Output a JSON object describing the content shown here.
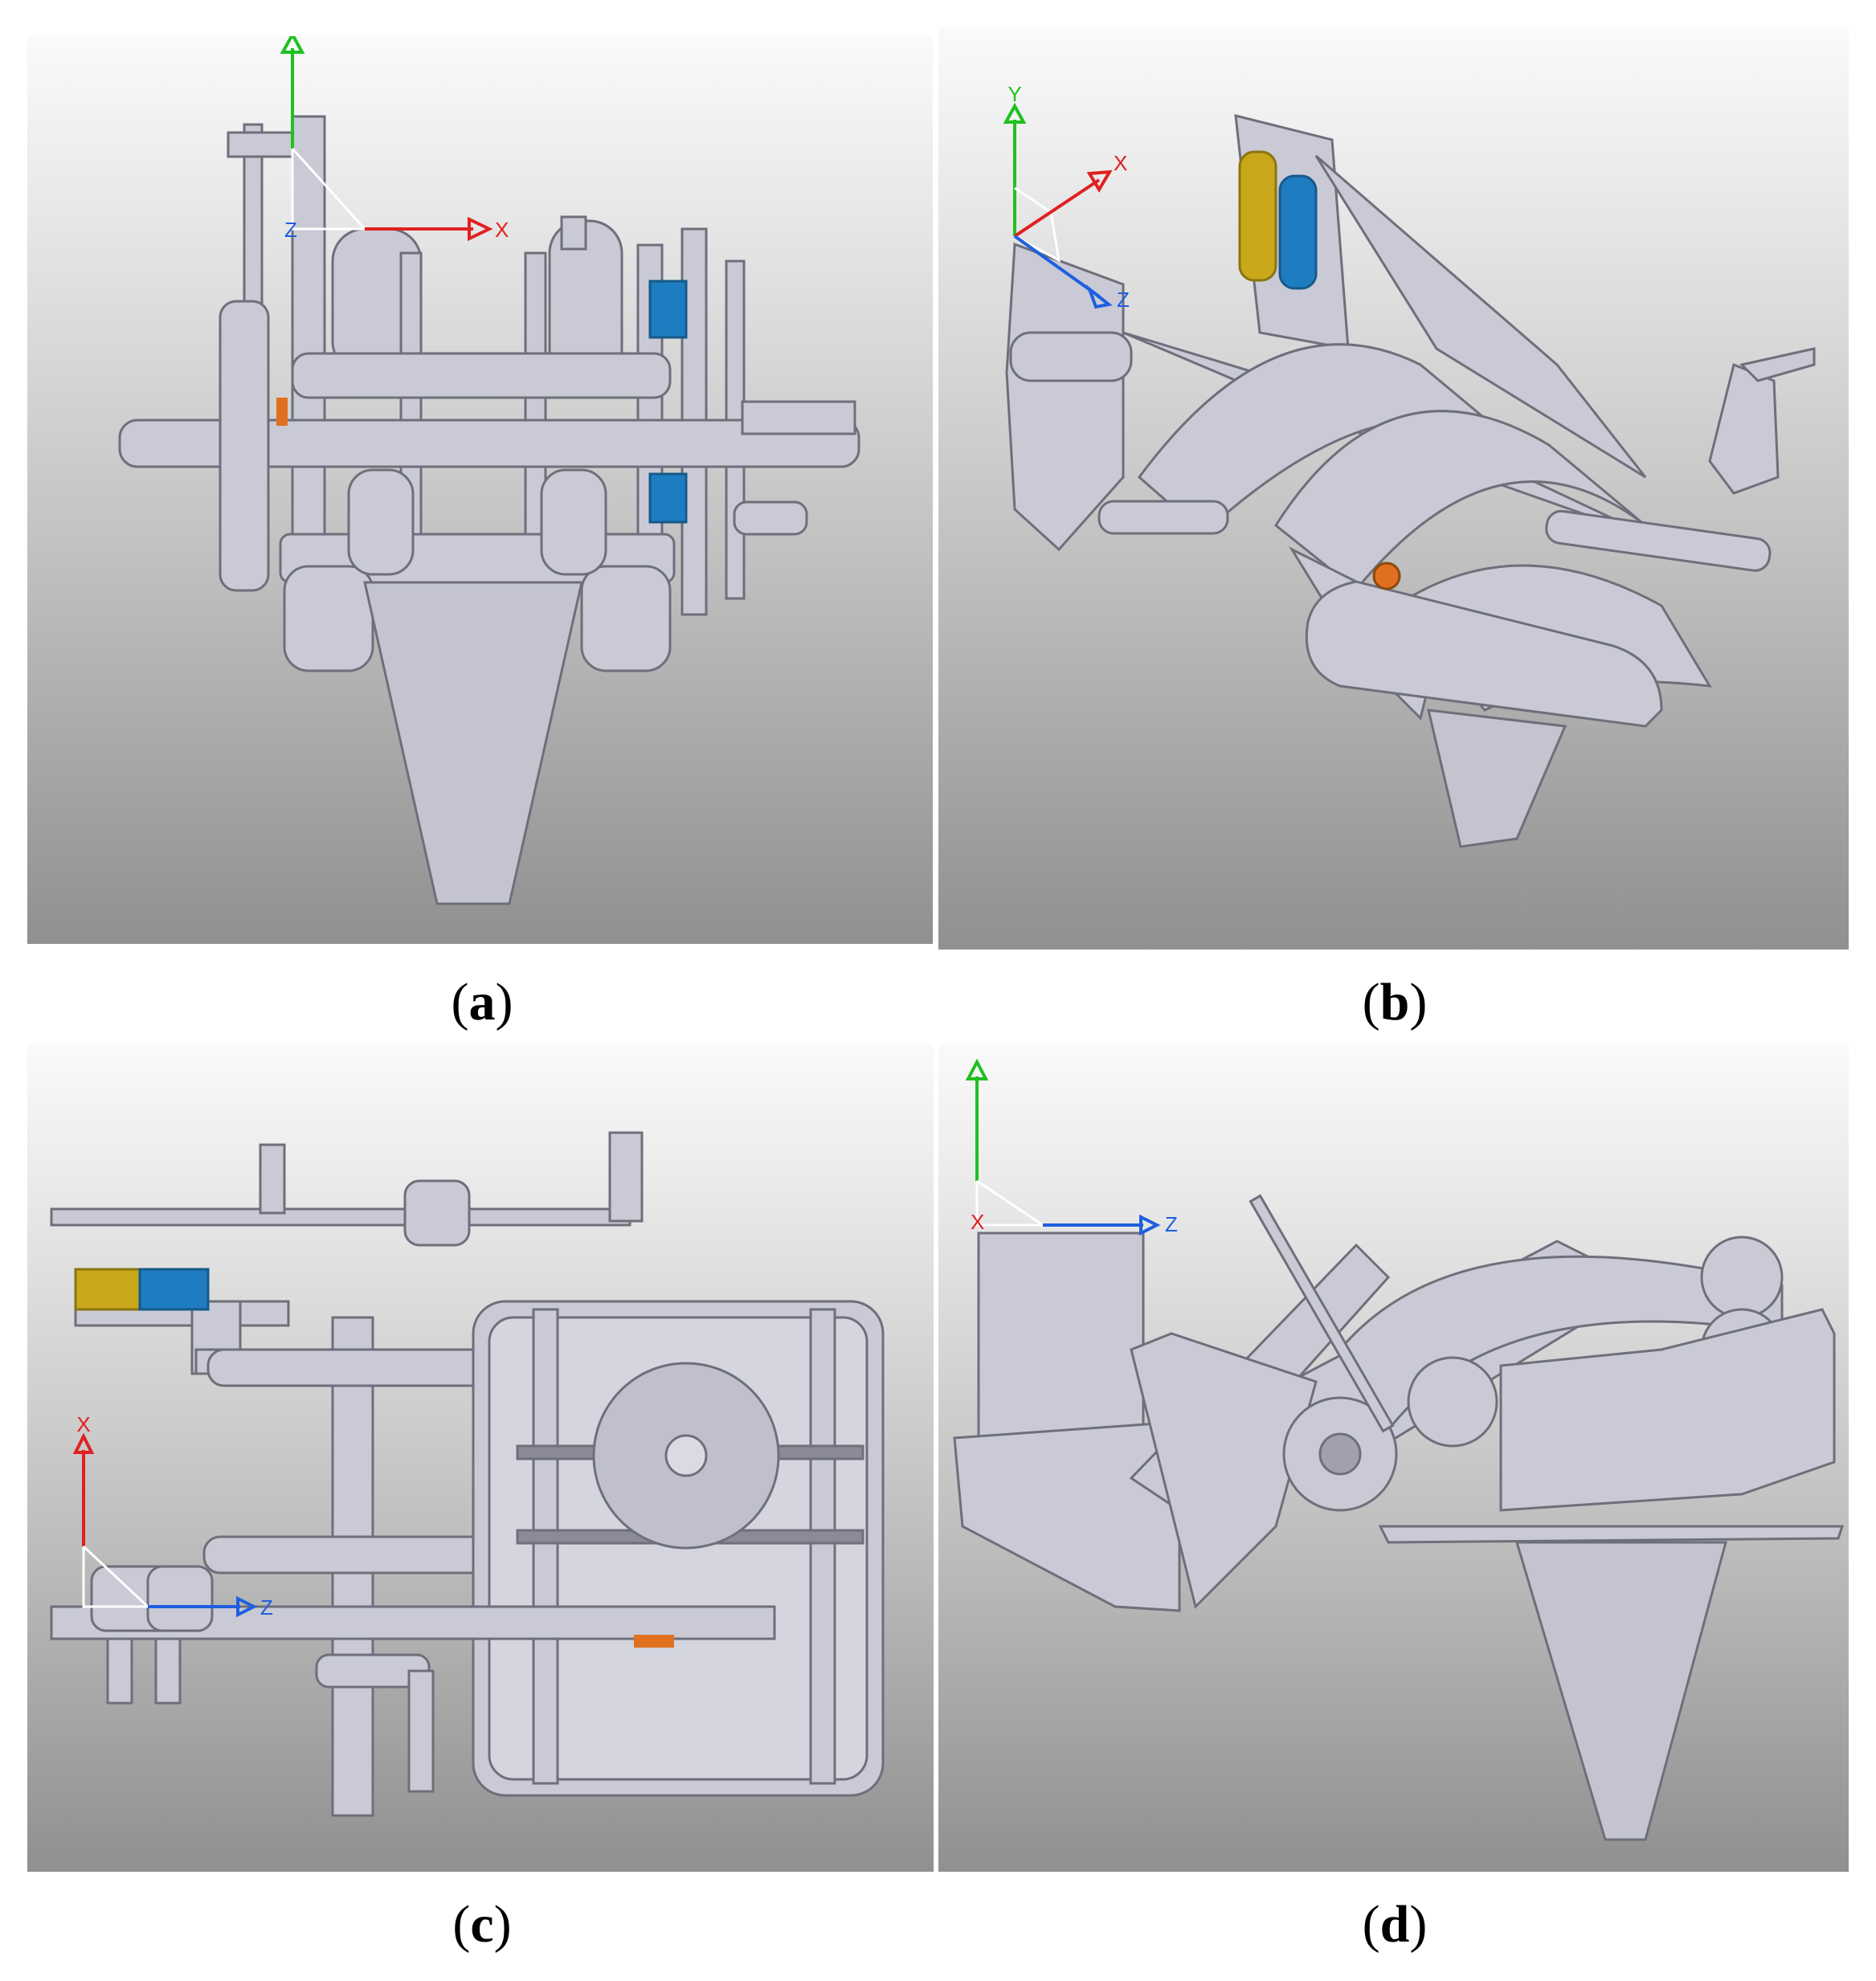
{
  "figure": {
    "panels": [
      {
        "id": "a",
        "caption_letter": "a",
        "axes": {
          "x": "X",
          "y": "",
          "z": "Z"
        }
      },
      {
        "id": "b",
        "caption_letter": "b",
        "axes": {
          "x": "X",
          "y": "Y",
          "z": "Z"
        }
      },
      {
        "id": "c",
        "caption_letter": "c",
        "axes": {
          "x": "X",
          "z": "Z"
        }
      },
      {
        "id": "d",
        "caption_letter": "d",
        "axes": {
          "x": "X",
          "z": "Z"
        }
      }
    ],
    "colors": {
      "part": "#c9cad6",
      "part_edge": "#6e6f7a",
      "axis_x": "#e02020",
      "axis_y": "#20c020",
      "axis_z": "#1f5fe0",
      "accent_yellow": "#c8a81a",
      "accent_blue": "#1e7cc0",
      "accent_orange": "#e07020"
    }
  }
}
